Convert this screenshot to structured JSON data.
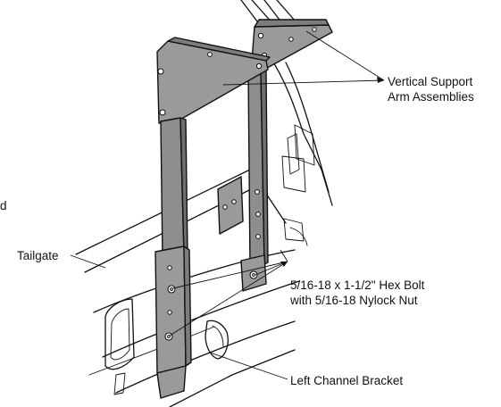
{
  "labels": {
    "vertical_support_line1": "Vertical Support",
    "vertical_support_line2": "Arm Assemblies",
    "tailgate": "Tailgate",
    "hex_bolt_line1": "5/16-18 x 1-1/2\" Hex Bolt",
    "hex_bolt_line2": "with 5/16-18 Nylock Nut",
    "left_channel_bracket": "Left Channel Bracket",
    "edge_fragment": "d"
  },
  "colors": {
    "arm_fill": "#8e8e8e",
    "arm_fill_dark": "#6f6f6f",
    "plate_fill": "#9a9a9a",
    "ink": "#111111"
  }
}
